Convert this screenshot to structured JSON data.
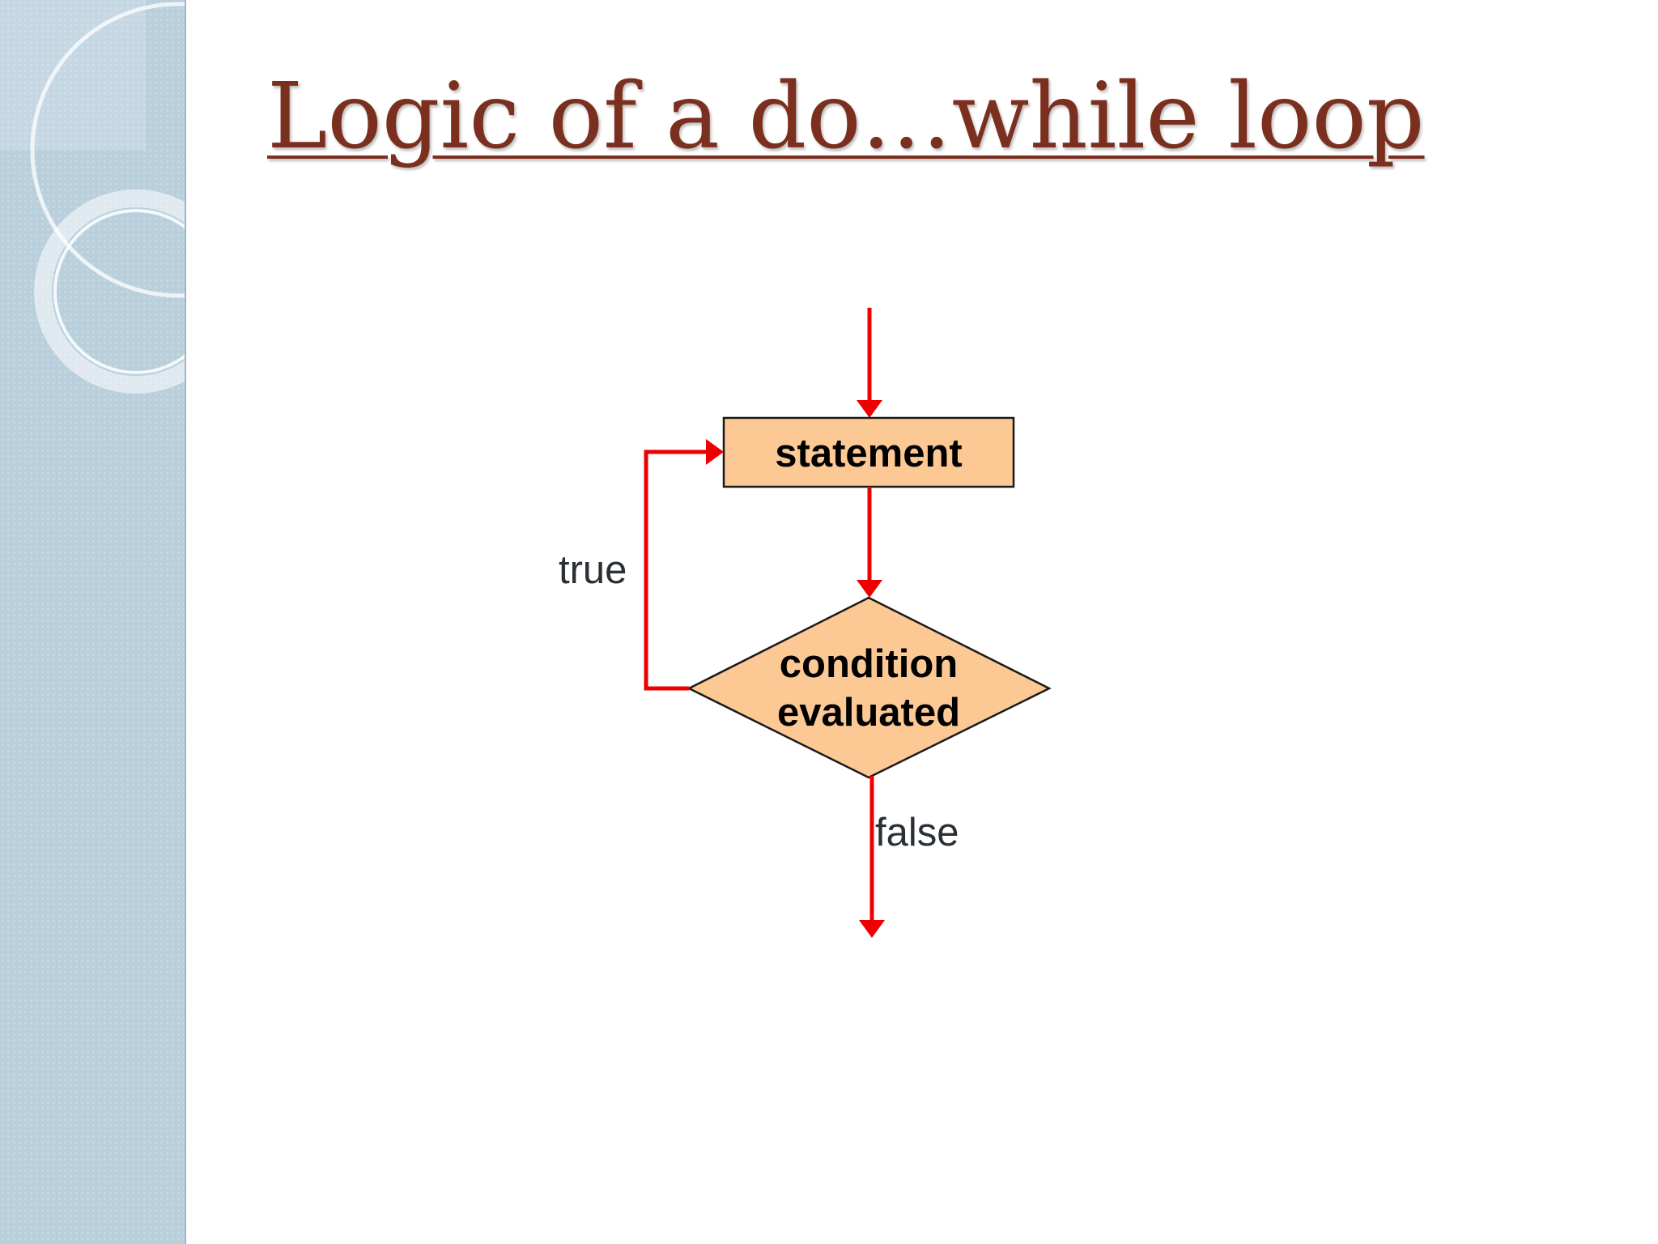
{
  "slide": {
    "title": "Logic of a do…while loop"
  },
  "flowchart": {
    "nodes": {
      "statement": {
        "label": "statement",
        "shape": "rectangle"
      },
      "condition": {
        "label_lines": [
          "condition",
          "evaluated"
        ],
        "shape": "diamond"
      }
    },
    "edges": {
      "true_label": "true",
      "false_label": "false"
    }
  },
  "colors": {
    "title": "#7b2f1e",
    "node_fill": "#fcc995",
    "node_stroke": "#1a1a1a",
    "arrow": "#ee0000",
    "side_panel": "#b9cfdc"
  }
}
